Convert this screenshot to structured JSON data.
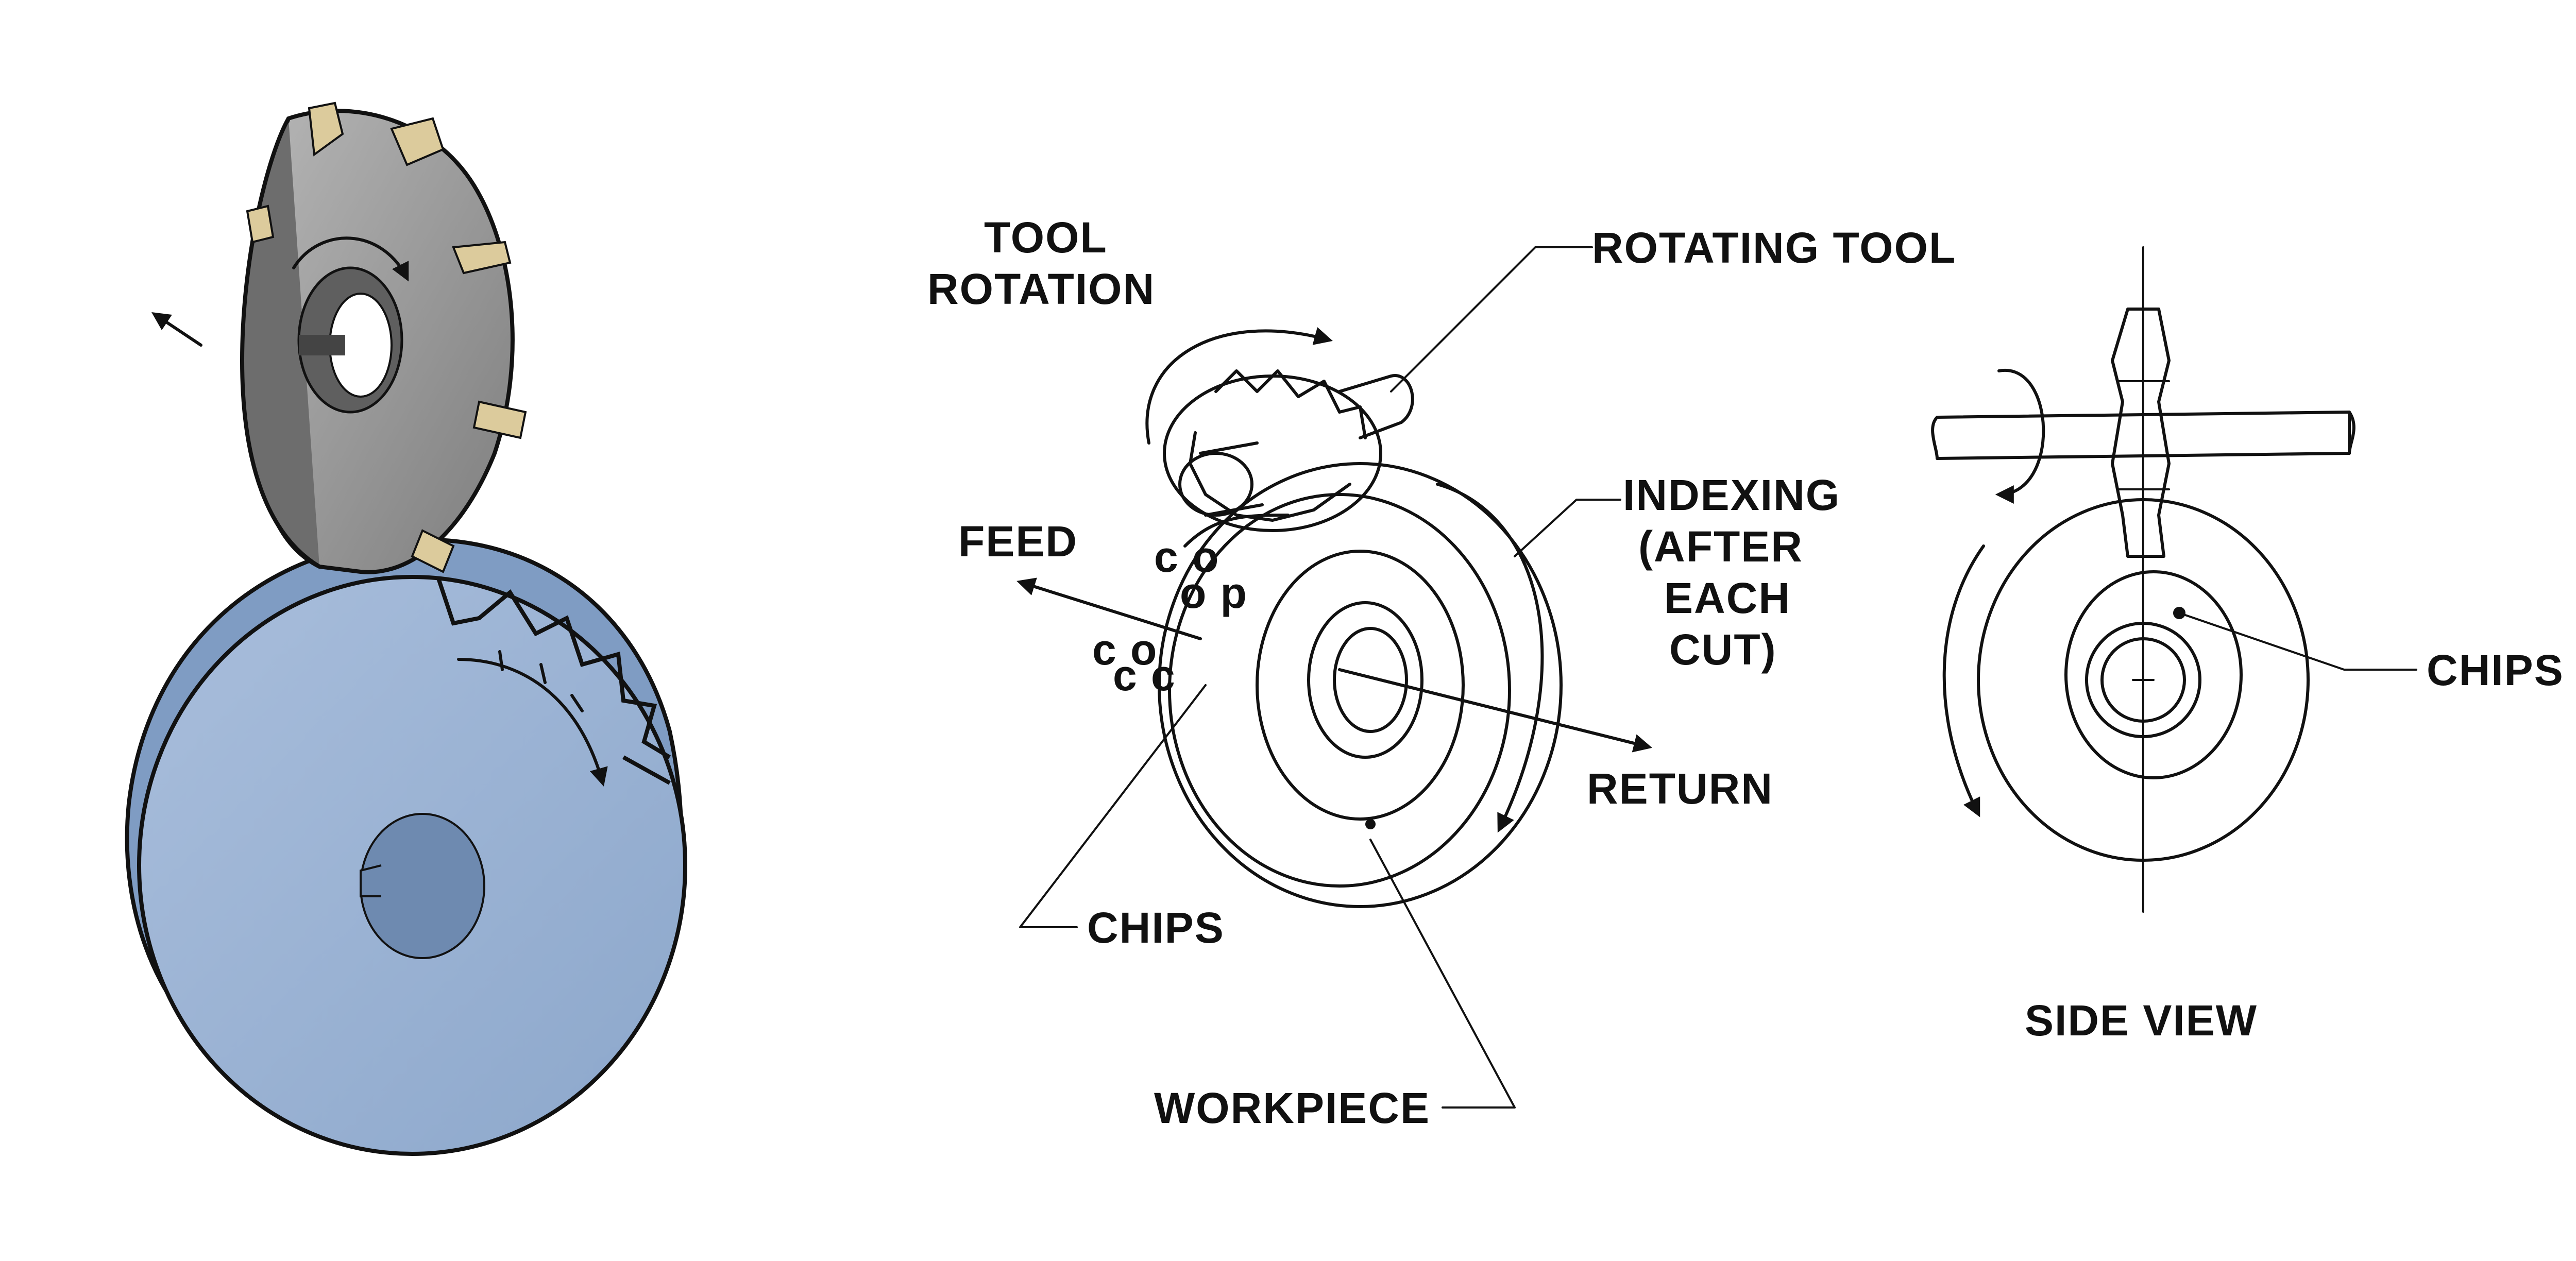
{
  "labels": {
    "tool_rotation_1": "TOOL",
    "tool_rotation_2": "ROTATION",
    "rotating_tool": "ROTATING TOOL",
    "feed": "FEED",
    "indexing_1": "INDEXING",
    "indexing_2": "(AFTER",
    "indexing_3": "EACH",
    "indexing_4": "CUT)",
    "return": "RETURN",
    "chips_left": "CHIPS",
    "chips_right": "CHIPS",
    "workpiece": "WORKPIECE",
    "side_view": "SIDE VIEW"
  },
  "colors": {
    "workpiece_blue": "#8FA9CC",
    "workpiece_blue_dark": "#7690B6",
    "cutter_gray": "#8A8A8A",
    "cutter_gray_dark": "#6B6B6B",
    "insert_gold": "#D9C79A",
    "ink": "#111111"
  }
}
